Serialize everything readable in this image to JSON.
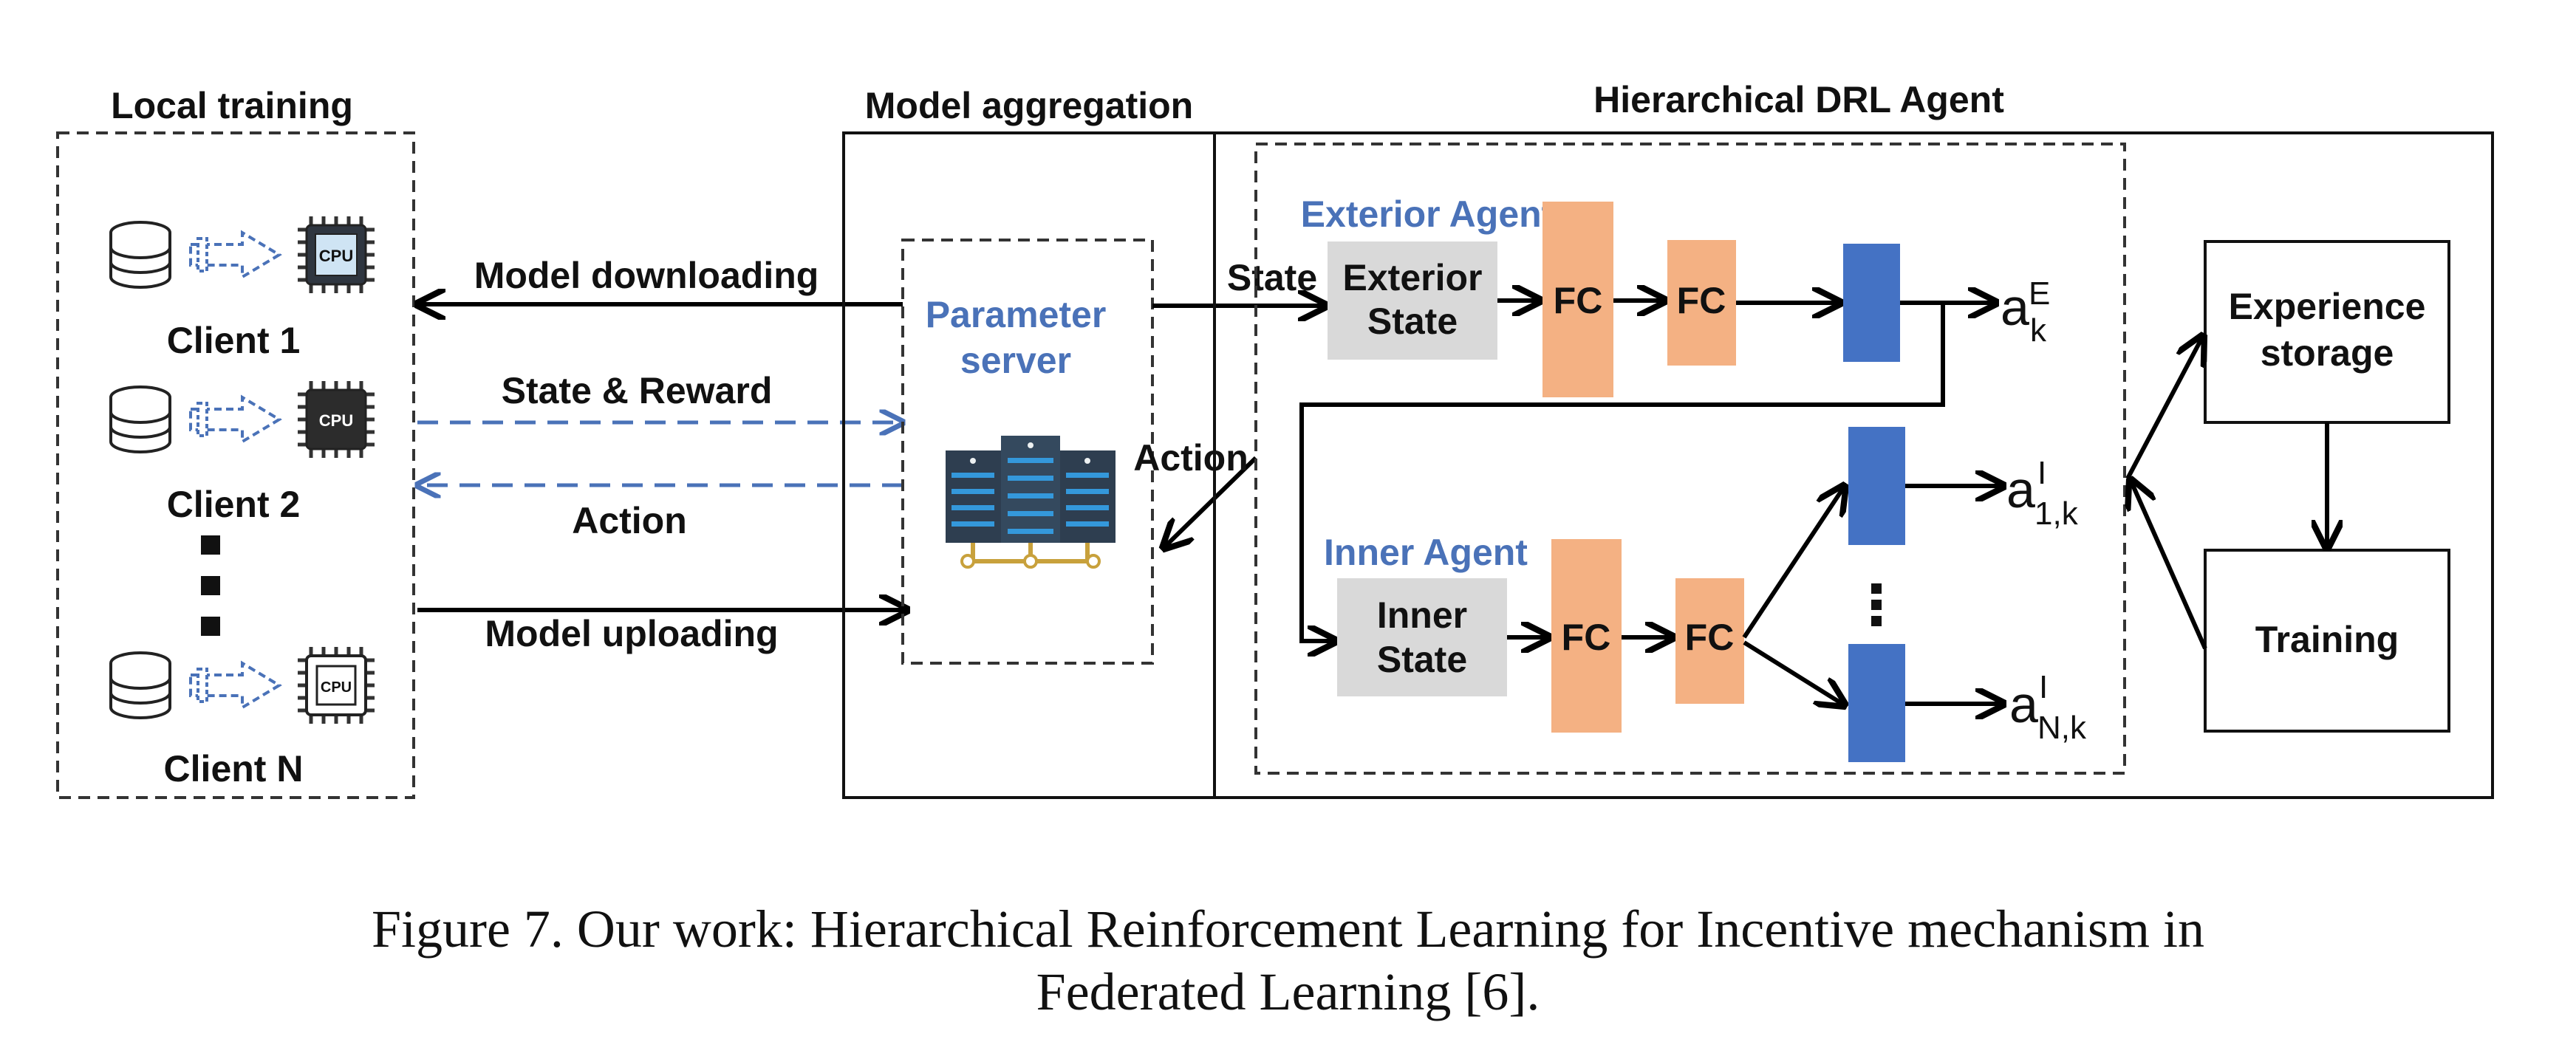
{
  "sections": {
    "local_training": "Local training",
    "model_aggregation": "Model aggregation",
    "hierarchical_agent": "Hierarchical DRL Agent"
  },
  "clients": [
    {
      "label": "Client 1",
      "chip": "CPU"
    },
    {
      "label": "Client 2",
      "chip": "CPU"
    },
    {
      "label": "Client N",
      "chip": "CPU"
    }
  ],
  "flows": {
    "download": "Model downloading",
    "state_reward": "State & Reward",
    "action": "Action",
    "upload": "Model uploading"
  },
  "server": {
    "line1": "Parameter",
    "line2": "server",
    "icon": "server-rack-icon"
  },
  "agent": {
    "state_label": "State",
    "action_label": "Action",
    "exterior": {
      "title": "Exterior Agent",
      "state_line1": "Exterior",
      "state_line2": "State"
    },
    "inner": {
      "title": "Inner Agent",
      "state_line1": "Inner",
      "state_line2": "State"
    },
    "fc": "FC",
    "outputs": {
      "exterior": {
        "base": "a",
        "sup": "E",
        "sub": "k"
      },
      "inner_first": {
        "base": "a",
        "sup": "I",
        "sub": "1,k"
      },
      "inner_last": {
        "base": "a",
        "sup": "I",
        "sub": "N,k"
      }
    },
    "experience": {
      "line1": "Experience",
      "line2": "storage"
    },
    "training": "Training"
  },
  "caption": {
    "line1": "Figure 7. Our work: Hierarchical Reinforcement Learning for Incentive mechanism in",
    "line2": "Federated Learning [6]."
  },
  "colors": {
    "blue": "#4a72b8",
    "dense_blue": "#4472c4",
    "fc_orange": "#f4b183",
    "state_gray": "#d9d9d9"
  }
}
